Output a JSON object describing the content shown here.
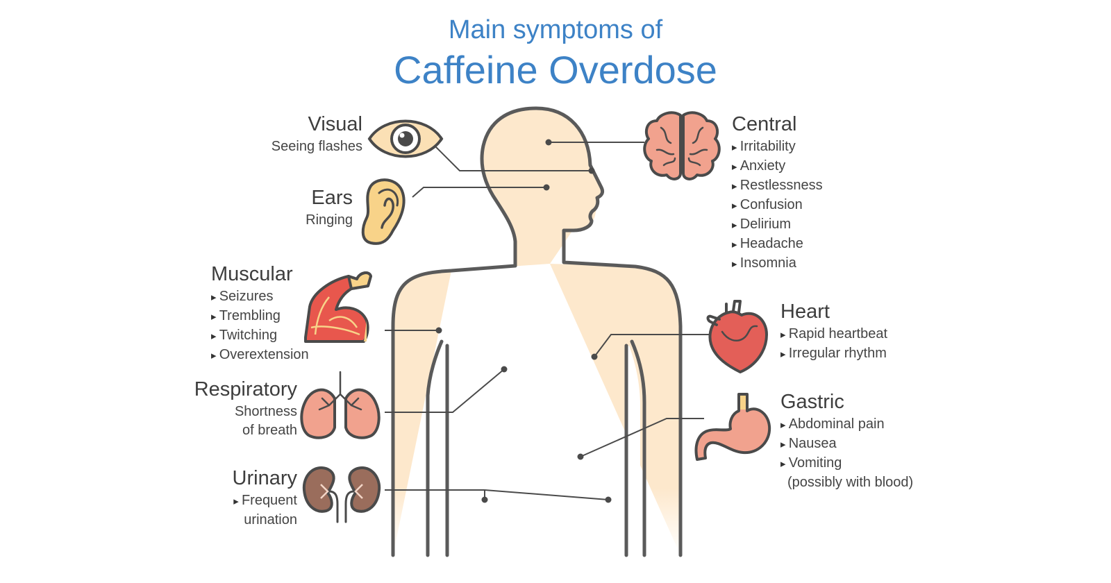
{
  "title": {
    "line1": "Main symptoms of",
    "line2": "Caffeine Overdose"
  },
  "colors": {
    "title": "#3d82c6",
    "skin": "#fde8cc",
    "outline": "#5a5a5a",
    "organ_pink": "#f1a28e",
    "heart_red": "#e35f58",
    "kidney_brown": "#9a6d5c",
    "ear_yellow": "#f8d389"
  },
  "groups": {
    "visual": {
      "heading": "Visual",
      "items": [
        "Seeing flashes"
      ],
      "icon": "eye-icon"
    },
    "ears": {
      "heading": "Ears",
      "items": [
        "Ringing"
      ],
      "icon": "ear-icon"
    },
    "muscular": {
      "heading": "Muscular",
      "items": [
        "Seizures",
        "Trembling",
        "Twitching",
        "Overextension"
      ],
      "icon": "muscle-arm-icon"
    },
    "respiratory": {
      "heading": "Respiratory",
      "items": [
        "Shortness",
        "of breath"
      ],
      "icon": "lungs-icon"
    },
    "urinary": {
      "heading": "Urinary",
      "items": [
        "Frequent",
        "urination"
      ],
      "icon": "kidneys-icon"
    },
    "central": {
      "heading": "Central",
      "items": [
        "Irritability",
        "Anxiety",
        "Restlessness",
        "Confusion",
        "Delirium",
        "Headache",
        "Insomnia"
      ],
      "icon": "brain-icon"
    },
    "heart": {
      "heading": "Heart",
      "items": [
        "Rapid heartbeat",
        "Irregular rhythm"
      ],
      "icon": "heart-icon"
    },
    "gastric": {
      "heading": "Gastric",
      "items": [
        "Abdominal pain",
        "Nausea",
        "Vomiting",
        "(possibly with blood)"
      ],
      "icon": "stomach-icon"
    }
  }
}
